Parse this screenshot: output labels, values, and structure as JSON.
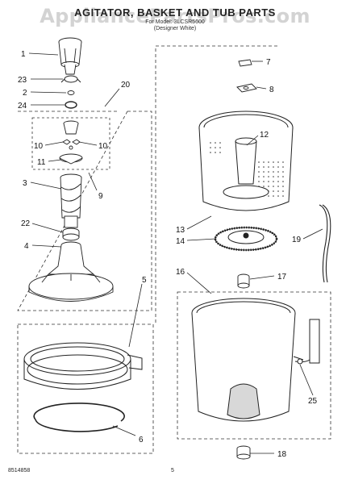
{
  "header": {
    "title": "AGITATOR, BASKET AND TUB PARTS",
    "subtitle_line1": "For Model: 3LCSR5600",
    "subtitle_line2": "(Designer White)"
  },
  "watermark": "AppliancePartsPros.com",
  "footer": {
    "doc_number": "8514858",
    "page_number": "5"
  },
  "callouts": {
    "c1": "1",
    "c2": "2",
    "c3": "3",
    "c4": "4",
    "c5": "5",
    "c6": "6",
    "c7": "7",
    "c8": "8",
    "c9": "9",
    "c10a": "10",
    "c10b": "10",
    "c11": "11",
    "c12": "12",
    "c13": "13",
    "c14": "14",
    "c16": "16",
    "c17": "17",
    "c18": "18",
    "c19": "19",
    "c20": "20",
    "c22": "22",
    "c23": "23",
    "c24": "24",
    "c25": "25"
  }
}
